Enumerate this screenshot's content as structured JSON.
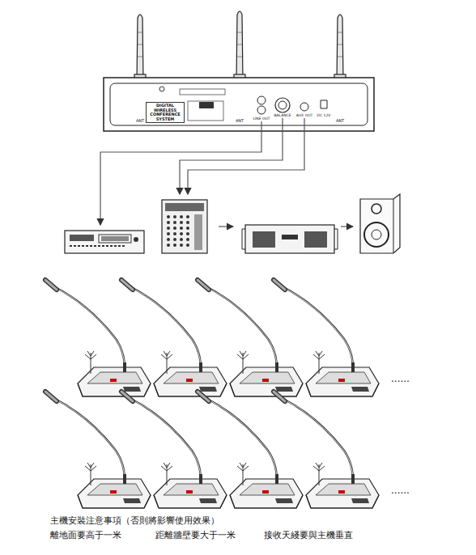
{
  "diagram": {
    "nodes": [
      {
        "text": [
          "DIGITAL WIRELESS CONFERENCE SYSTEM"
        ]
      }
    ],
    "labels": [
      "ANT",
      "ANT",
      "ANT",
      "LINE OUT",
      "BALANCE",
      "AUX OUT",
      "DC 12V",
      "......",
      "......",
      "主機安裝注意事項（否則將影響使用效果）",
      "離地面要高于一米",
      "距離牆壁要大于一米",
      "接收天綫要與主機垂直"
    ]
  }
}
